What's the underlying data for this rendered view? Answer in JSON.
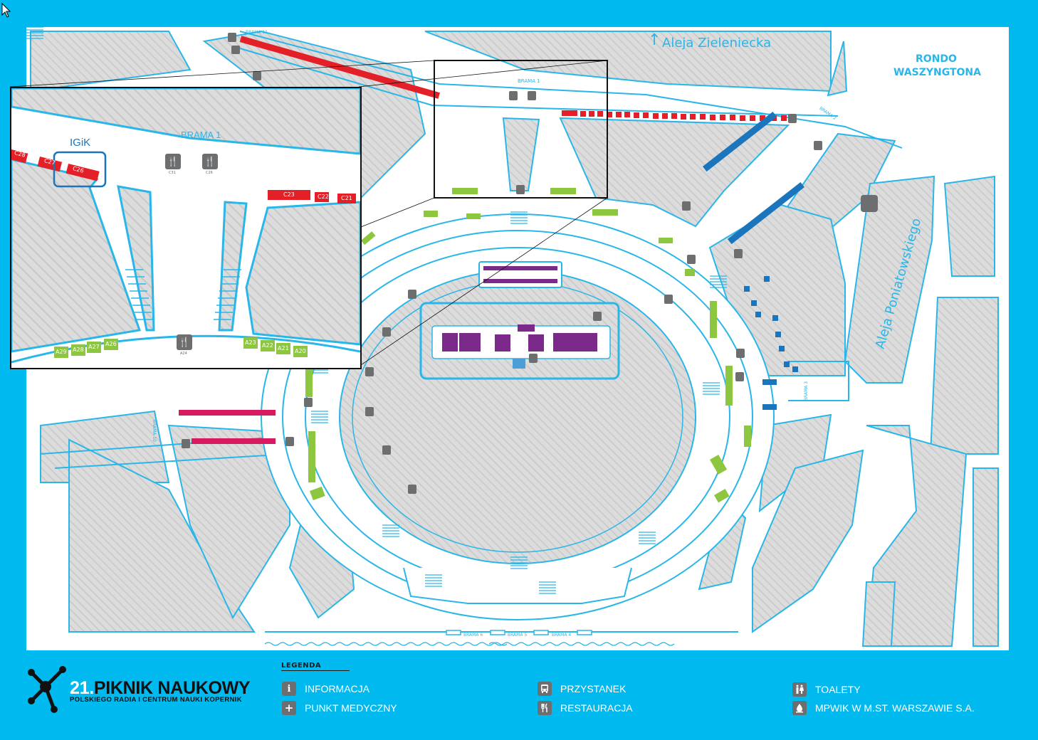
{
  "map": {
    "street_north": "Aleja Zieleniecka",
    "street_east": "Aleja Poniatowskiego",
    "rondo": [
      "RONDO",
      "WASZYNGTONA"
    ],
    "gates": {
      "brama1": "BRAMA 1",
      "brama2": "BRAMA 2",
      "brama3": "BRAMA 3",
      "brama4": "BRAMA 4",
      "brama5": "BRAMA 5",
      "brama6": "BRAMA 6",
      "brama10": "BRAMA 10",
      "brama11": "BRAMA 11"
    },
    "stall_colors": {
      "c": "#e32027",
      "a": "#8dc63f",
      "b": "#1b75bc",
      "d": "#d81b60",
      "f": "#7b2a8a"
    },
    "zoom_inset": {
      "label": "IGiK",
      "gate_label": "BRAMA 1",
      "c_stalls": [
        "C28",
        "C27",
        "C26",
        "C23",
        "C22",
        "C21"
      ],
      "a_stalls": [
        "A29",
        "A28",
        "A27",
        "A26",
        "A23",
        "A22",
        "A21",
        "A20"
      ],
      "restaurant_labels": [
        "C31",
        "C26",
        "A24"
      ]
    }
  },
  "brand": {
    "number": "21.",
    "title": "PIKNIK NAUKOWY",
    "subtitle": "POLSKIEGO RADIA I CENTRUM NAUKI KOPERNIK"
  },
  "legend": {
    "title": "LEGENDA",
    "items": [
      {
        "icon": "info-icon",
        "label": "INFORMACJA"
      },
      {
        "icon": "medical-cross-icon",
        "label": "PUNKT MEDYCZNY"
      },
      {
        "icon": "bus-icon",
        "label": "PRZYSTANEK"
      },
      {
        "icon": "restaurant-icon",
        "label": "RESTAURACJA"
      },
      {
        "icon": "toilets-icon",
        "label": "TOALETY"
      },
      {
        "icon": "water-drop-icon",
        "label": "MPWIK W M.ST. WARSZAWIE S.A."
      }
    ]
  }
}
